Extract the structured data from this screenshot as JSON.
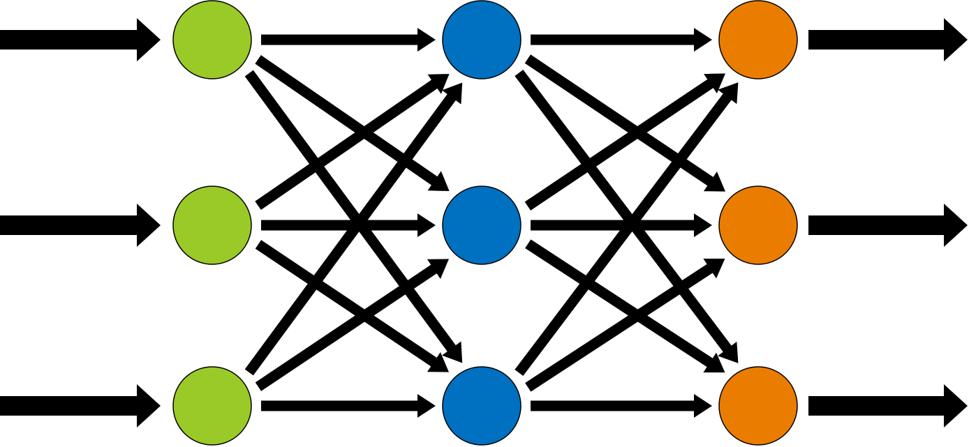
{
  "diagram": {
    "type": "feed-forward-network",
    "layers": [
      {
        "role": "input",
        "nodes": 3,
        "color": "#9ACA27"
      },
      {
        "role": "hidden",
        "nodes": 3,
        "color": "#0070C0"
      },
      {
        "role": "output",
        "nodes": 3,
        "color": "#EA7D00"
      }
    ],
    "connectivity": "fully-connected",
    "arrow_color": "#000000",
    "node_stroke": "#000000",
    "incoming_arrows": 3,
    "outgoing_arrows": 3
  }
}
